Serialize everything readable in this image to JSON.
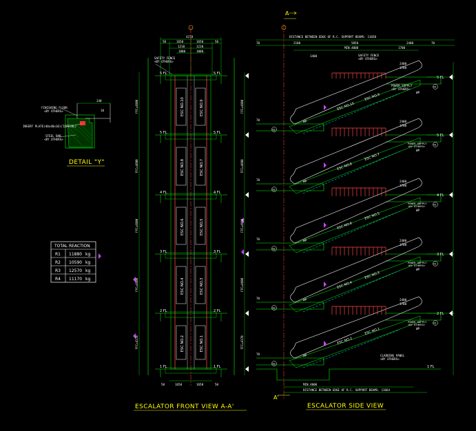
{
  "drawing": {
    "front_view_title": "ESCALATOR FRONT VIEW A-A'",
    "side_view_title": "ESCALATOR SIDE VIEW",
    "detail_title": "DETAIL \"Y\"",
    "section_marker_top": "A",
    "section_marker_bottom": "A'",
    "detail_labels": [
      "FINISHING FLOOR",
      "<BY OTHERS>",
      "INSERT PLATE(40x40x10)(TYPICAL)",
      "STEEL BAR",
      "<BY OTHERS>"
    ],
    "detail_dims": [
      "240",
      "10"
    ],
    "front_top_dims": [
      "4270",
      "1650",
      "1650",
      "1210",
      "1210",
      "1000",
      "1000"
    ],
    "front_side_dims": [
      "50",
      "50",
      "50",
      "50"
    ],
    "front_bottom_dims": [
      "1650",
      "1650"
    ],
    "floor_labels": [
      "5 FL",
      "5 FL",
      "4 FL",
      "3 FL",
      "2 FL",
      "1 FL"
    ],
    "floor_heights": [
      "FFC=4600",
      "FFC=4600",
      "FFC=4600",
      "FFC=4600",
      "FFC=4170",
      "FFC=4170"
    ],
    "escalator_tags": [
      "ESC NO.10",
      "ESC NO.9",
      "ESC NO.8",
      "ESC NO.7",
      "ESC NO.6",
      "ESC NO.5",
      "ESC NO.4",
      "ESC NO.3",
      "ESC NO.2",
      "ESC NO.1"
    ],
    "safety_fence_note": [
      "SAFETY FENCE",
      "<BY OTHERS>"
    ],
    "power_supply_note": [
      "POWER SUPPLY",
      "<BY OTHERS>"
    ],
    "cladding_note": [
      "CLADDING PANEL",
      "<BY OTHERS>"
    ],
    "side_top_note": "DISTANCE BETWEEN EDGE OF R.C. SUPPORT BEAMS: 11650",
    "side_bottom_note": "DISTANCE BETWEEN EDGE OF R.C. SUPPORT BEAMS: 11664",
    "side_dims": [
      "70",
      "2100",
      "5050",
      "2400",
      "70",
      "1700",
      "1400",
      "MIN.4000",
      "2400"
    ],
    "reaction_labels": [
      "R1",
      "R2",
      "R3",
      "R4"
    ],
    "wp_label": "WP"
  },
  "reaction_table": {
    "title": "TOTAL REACTION",
    "rows": [
      {
        "id": "R1",
        "value": "11880",
        "unit": "kg"
      },
      {
        "id": "R2",
        "value": "10590",
        "unit": "kg"
      },
      {
        "id": "R3",
        "value": "12570",
        "unit": "kg"
      },
      {
        "id": "R4",
        "value": "11170",
        "unit": "kg"
      }
    ]
  },
  "colors": {
    "background": "#000000",
    "structure": "#00ff00",
    "dimension": "#00ff00",
    "text": "#ffffff",
    "title": "#ffff00",
    "escalator": "#ff4444",
    "handrail": "#ffffff",
    "centerline": "#ff3333",
    "section_mark": "#ffff00",
    "hatch": "#00aa00",
    "marker": "#cc44ff"
  }
}
